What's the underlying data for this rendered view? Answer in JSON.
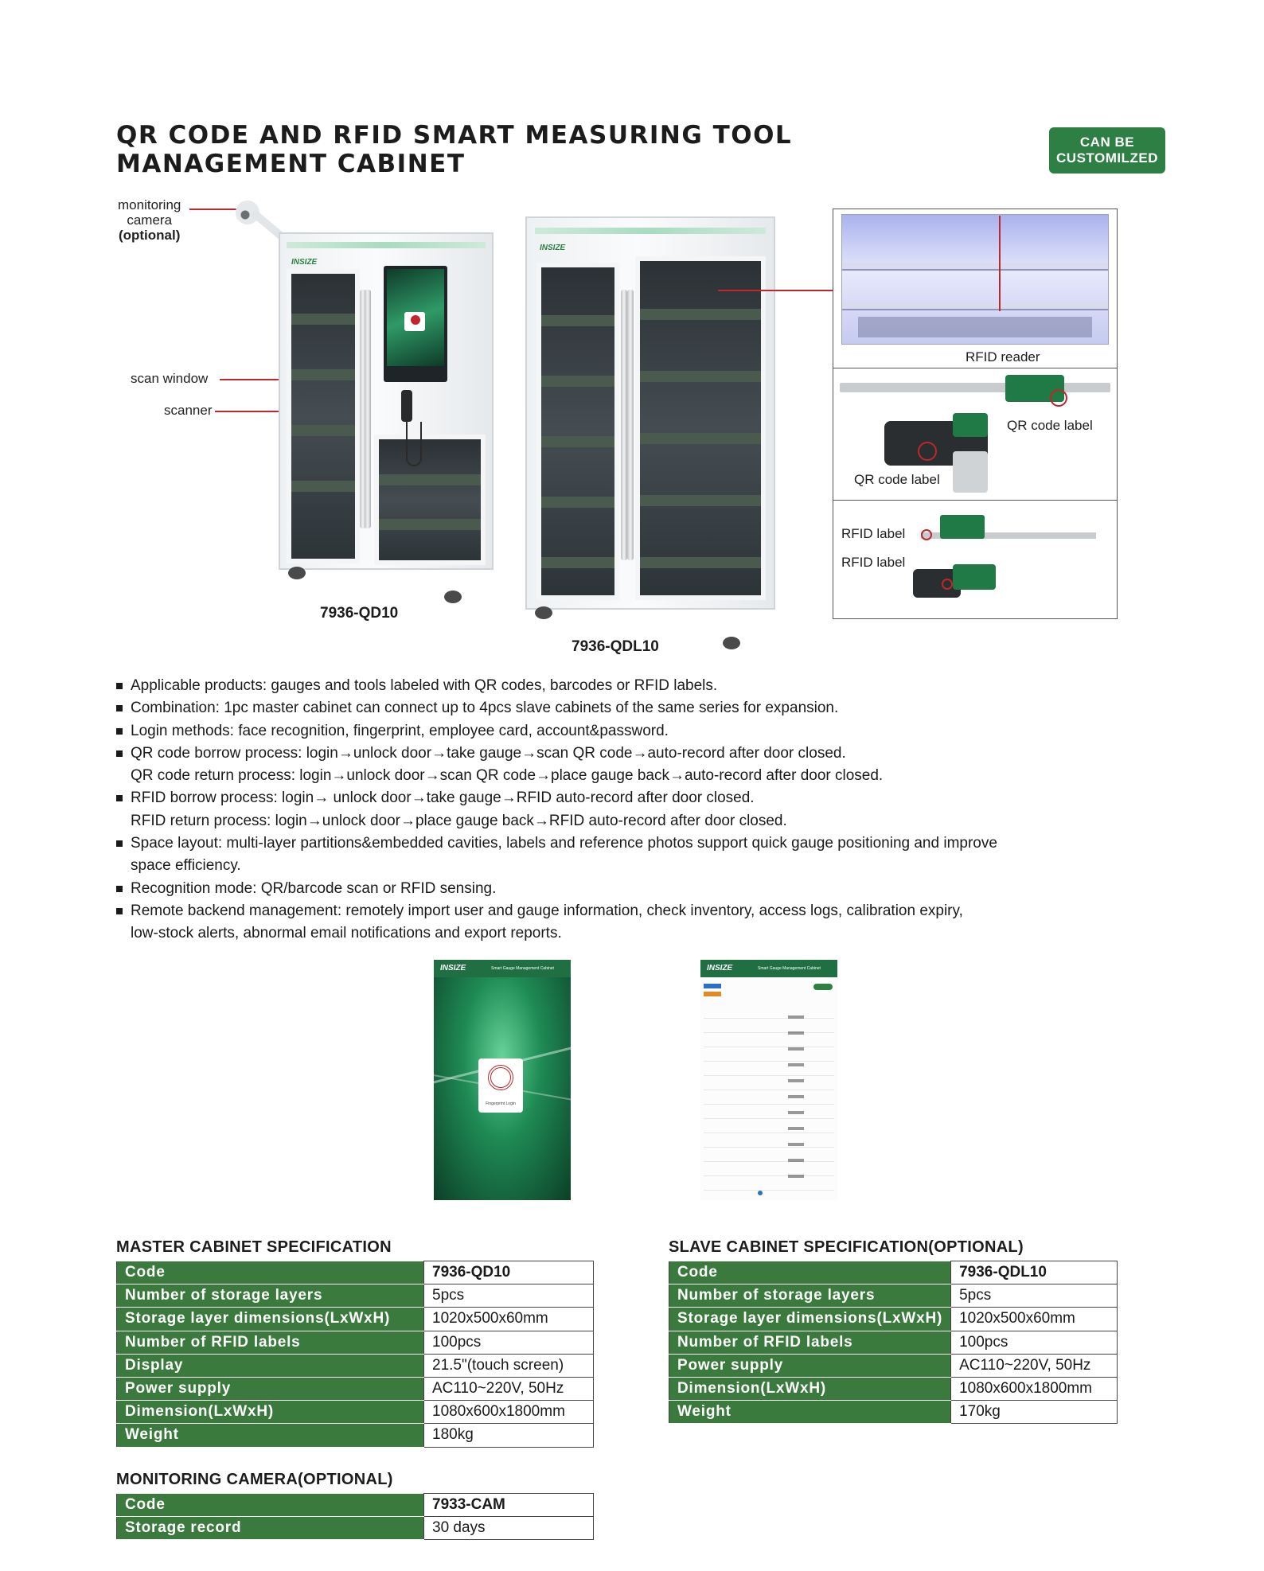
{
  "title": {
    "line1": "QR CODE AND RFID SMART MEASURING TOOL",
    "line2": "MANAGEMENT CABINET"
  },
  "badge": {
    "line1": "CAN BE",
    "line2": "CUSTOMILZED"
  },
  "callouts": {
    "camera_line1": "monitoring",
    "camera_line2": "camera",
    "camera_line3": "(optional)",
    "scan_window": "scan window",
    "scanner": "scanner"
  },
  "brand": "INSIZE",
  "models": {
    "master": "7936-QD10",
    "slave": "7936-QDL10"
  },
  "panels": {
    "rfid_reader": "RFID reader",
    "qr_label_1": "QR code label",
    "qr_label_2": "QR code label",
    "rfid_label_1": "RFID label",
    "rfid_label_2": "RFID label"
  },
  "bullets": [
    {
      "line1": "Applicable products: gauges and tools labeled with QR codes, barcodes or RFID labels.",
      "line2": ""
    },
    {
      "line1": "Combination: 1pc master cabinet can connect up to 4pcs slave cabinets of the same series for expansion.",
      "line2": ""
    },
    {
      "line1": "Login methods: face recognition, fingerprint, employee card, account&password.",
      "line2": ""
    },
    {
      "line1": "QR code borrow process: login→unlock door→take gauge→scan QR code→auto-record after door closed.",
      "line2": "QR code return process: login→unlock door→scan QR code→place gauge back→auto-record after door closed."
    },
    {
      "line1": "RFID borrow process: login→ unlock door→take gauge→RFID auto-record after door closed.",
      "line2": "RFID return process: login→unlock door→place gauge back→RFID auto-record after door closed."
    },
    {
      "line1": "Space layout: multi-layer partitions&embedded cavities, labels and reference photos support quick gauge positioning and improve",
      "line2": "space efficiency."
    },
    {
      "line1": "Recognition mode: QR/barcode scan or RFID sensing.",
      "line2": ""
    },
    {
      "line1": "Remote backend management: remotely import user and gauge information, check inventory, access logs, calibration expiry,",
      "line2": "low-stock alerts, abnormal email notifications and export reports."
    }
  ],
  "screens": {
    "app_title": "Smart Gauge Management Cabinet",
    "login_caption": "Fingerprint Login"
  },
  "master_spec": {
    "title": "MASTER CABINET SPECIFICATION",
    "rows": [
      {
        "k": "Code",
        "v": "7936-QD10"
      },
      {
        "k": "Number of storage layers",
        "v": "5pcs"
      },
      {
        "k": "Storage layer dimensions(LxWxH)",
        "v": "1020x500x60mm"
      },
      {
        "k": "Number of RFID labels",
        "v": "100pcs"
      },
      {
        "k": "Display",
        "v": "21.5\"(touch screen)"
      },
      {
        "k": "Power supply",
        "v": "AC110~220V, 50Hz"
      },
      {
        "k": "Dimension(LxWxH)",
        "v": "1080x600x1800mm"
      },
      {
        "k": "Weight",
        "v": "180kg"
      }
    ]
  },
  "slave_spec": {
    "title": "SLAVE CABINET SPECIFICATION(OPTIONAL)",
    "rows": [
      {
        "k": "Code",
        "v": "7936-QDL10"
      },
      {
        "k": "Number of storage layers",
        "v": "5pcs"
      },
      {
        "k": "Storage layer dimensions(LxWxH)",
        "v": "1020x500x60mm"
      },
      {
        "k": "Number of RFID labels",
        "v": "100pcs"
      },
      {
        "k": "Power supply",
        "v": "AC110~220V, 50Hz"
      },
      {
        "k": "Dimension(LxWxH)",
        "v": "1080x600x1800mm"
      },
      {
        "k": "Weight",
        "v": "170kg"
      }
    ]
  },
  "camera_spec": {
    "title": "MONITORING CAMERA(OPTIONAL)",
    "rows": [
      {
        "k": "Code",
        "v": "7933-CAM"
      },
      {
        "k": "Storage record",
        "v": "30 days"
      }
    ]
  },
  "colors": {
    "accent_green": "#2d7f44",
    "table_green": "#3a7a3c",
    "callout_red": "#c0262d"
  }
}
